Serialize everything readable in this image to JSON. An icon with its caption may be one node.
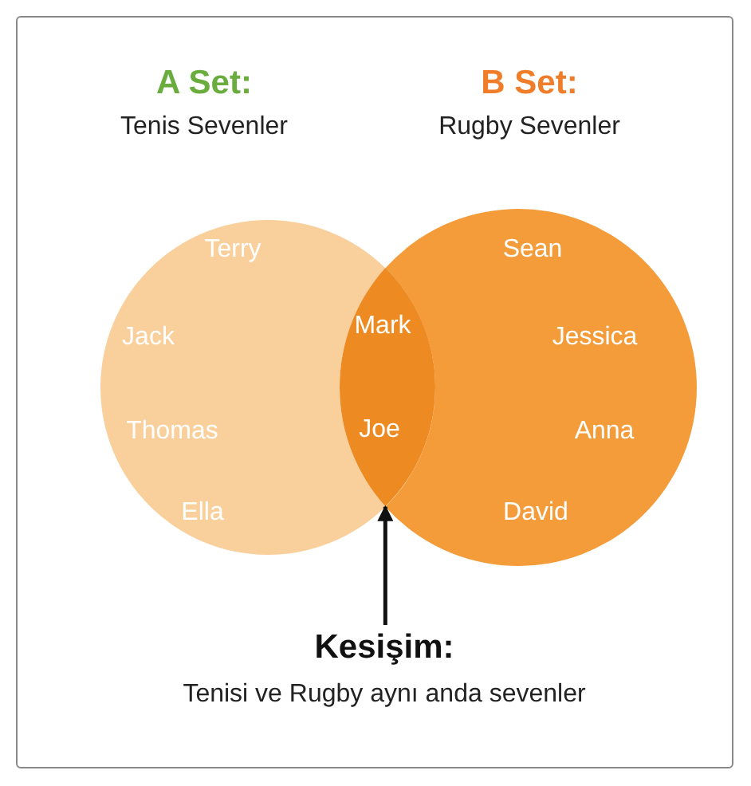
{
  "diagram": {
    "nodes": [
      {
        "text": [
          "A Set:",
          "Tenis Sevenler",
          "Terry",
          "Jack",
          "Thomas",
          "Ella"
        ]
      },
      {
        "text": [
          "B Set:",
          "Rugby Sevenler",
          "Sean",
          "Jessica",
          "Anna",
          "David"
        ]
      },
      {
        "text": [
          "Mark",
          "Joe"
        ]
      },
      {
        "text": [
          "Kesişim:",
          "Tenisi ve Rugby aynı anda sevenler"
        ]
      }
    ],
    "edges": [
      {
        "from": 3,
        "to": 2,
        "arrow": "to"
      }
    ]
  }
}
